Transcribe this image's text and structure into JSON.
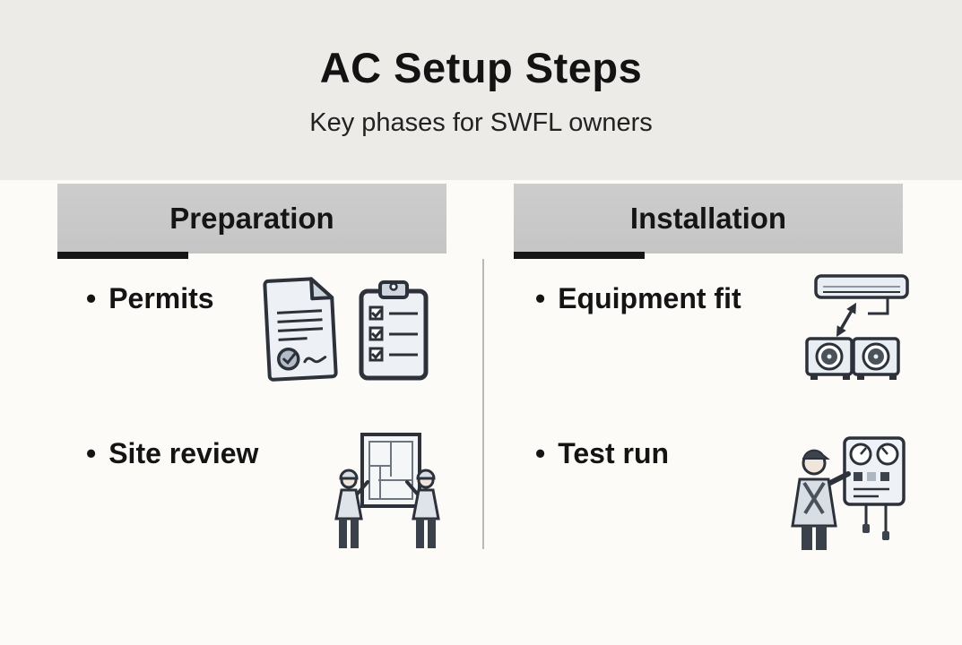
{
  "header": {
    "title": "AC Setup Steps",
    "subtitle": "Key phases for SWFL owners"
  },
  "columns": [
    {
      "title": "Preparation",
      "items": [
        {
          "bullet": "•",
          "label": "Permits",
          "icons": [
            "permit-document-icon",
            "checklist-clipboard-icon"
          ]
        },
        {
          "bullet": "•",
          "label": "Site review",
          "icons": [
            "site-review-workers-icon"
          ]
        }
      ]
    },
    {
      "title": "Installation",
      "items": [
        {
          "bullet": "•",
          "label": "Equipment fit",
          "icons": [
            "ac-units-transfer-icon"
          ]
        },
        {
          "bullet": "•",
          "label": "Test run",
          "icons": [
            "technician-test-panel-icon"
          ]
        }
      ]
    }
  ],
  "colors": {
    "header_bg": "#edebe7",
    "body_bg": "#fcfbf8",
    "column_header_bg": "#c9c9c9",
    "accent_bar": "#161616",
    "divider": "#b9b9b9",
    "text": "#141414",
    "icon_stroke": "#2c313a",
    "icon_fill": "#edf0f4"
  }
}
